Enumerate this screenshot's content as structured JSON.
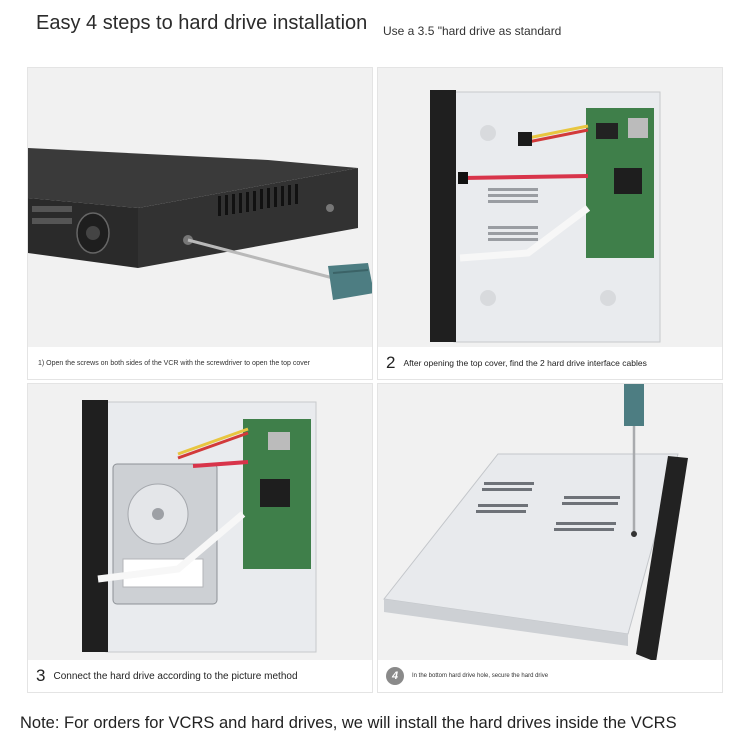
{
  "header": {
    "title": "Easy 4 steps to hard drive installation",
    "subtitle": "Use a 3.5 \"hard drive as standard"
  },
  "steps": [
    {
      "number": "",
      "caption": "1) Open the screws on both sides of the VCR with the screwdriver to open the top cover"
    },
    {
      "number": "2",
      "caption": "After opening the top cover, find the 2 hard drive interface cables"
    },
    {
      "number": "3",
      "caption": "Connect the hard drive according to the picture method"
    },
    {
      "number": "4",
      "caption": "In the bottom hard drive hole, secure the hard drive"
    }
  ],
  "footer": {
    "note": "Note: For orders for VCRS and hard drives, we will install the hard drives inside the VCRS"
  },
  "colors": {
    "dvr_body": "#2e2e2e",
    "tray": "#e9ebee",
    "pcb": "#3f7f4a",
    "sata_red": "#d8344a",
    "cable_white": "#f4f4f4",
    "screwdriver_handle": "#4d7d82"
  }
}
